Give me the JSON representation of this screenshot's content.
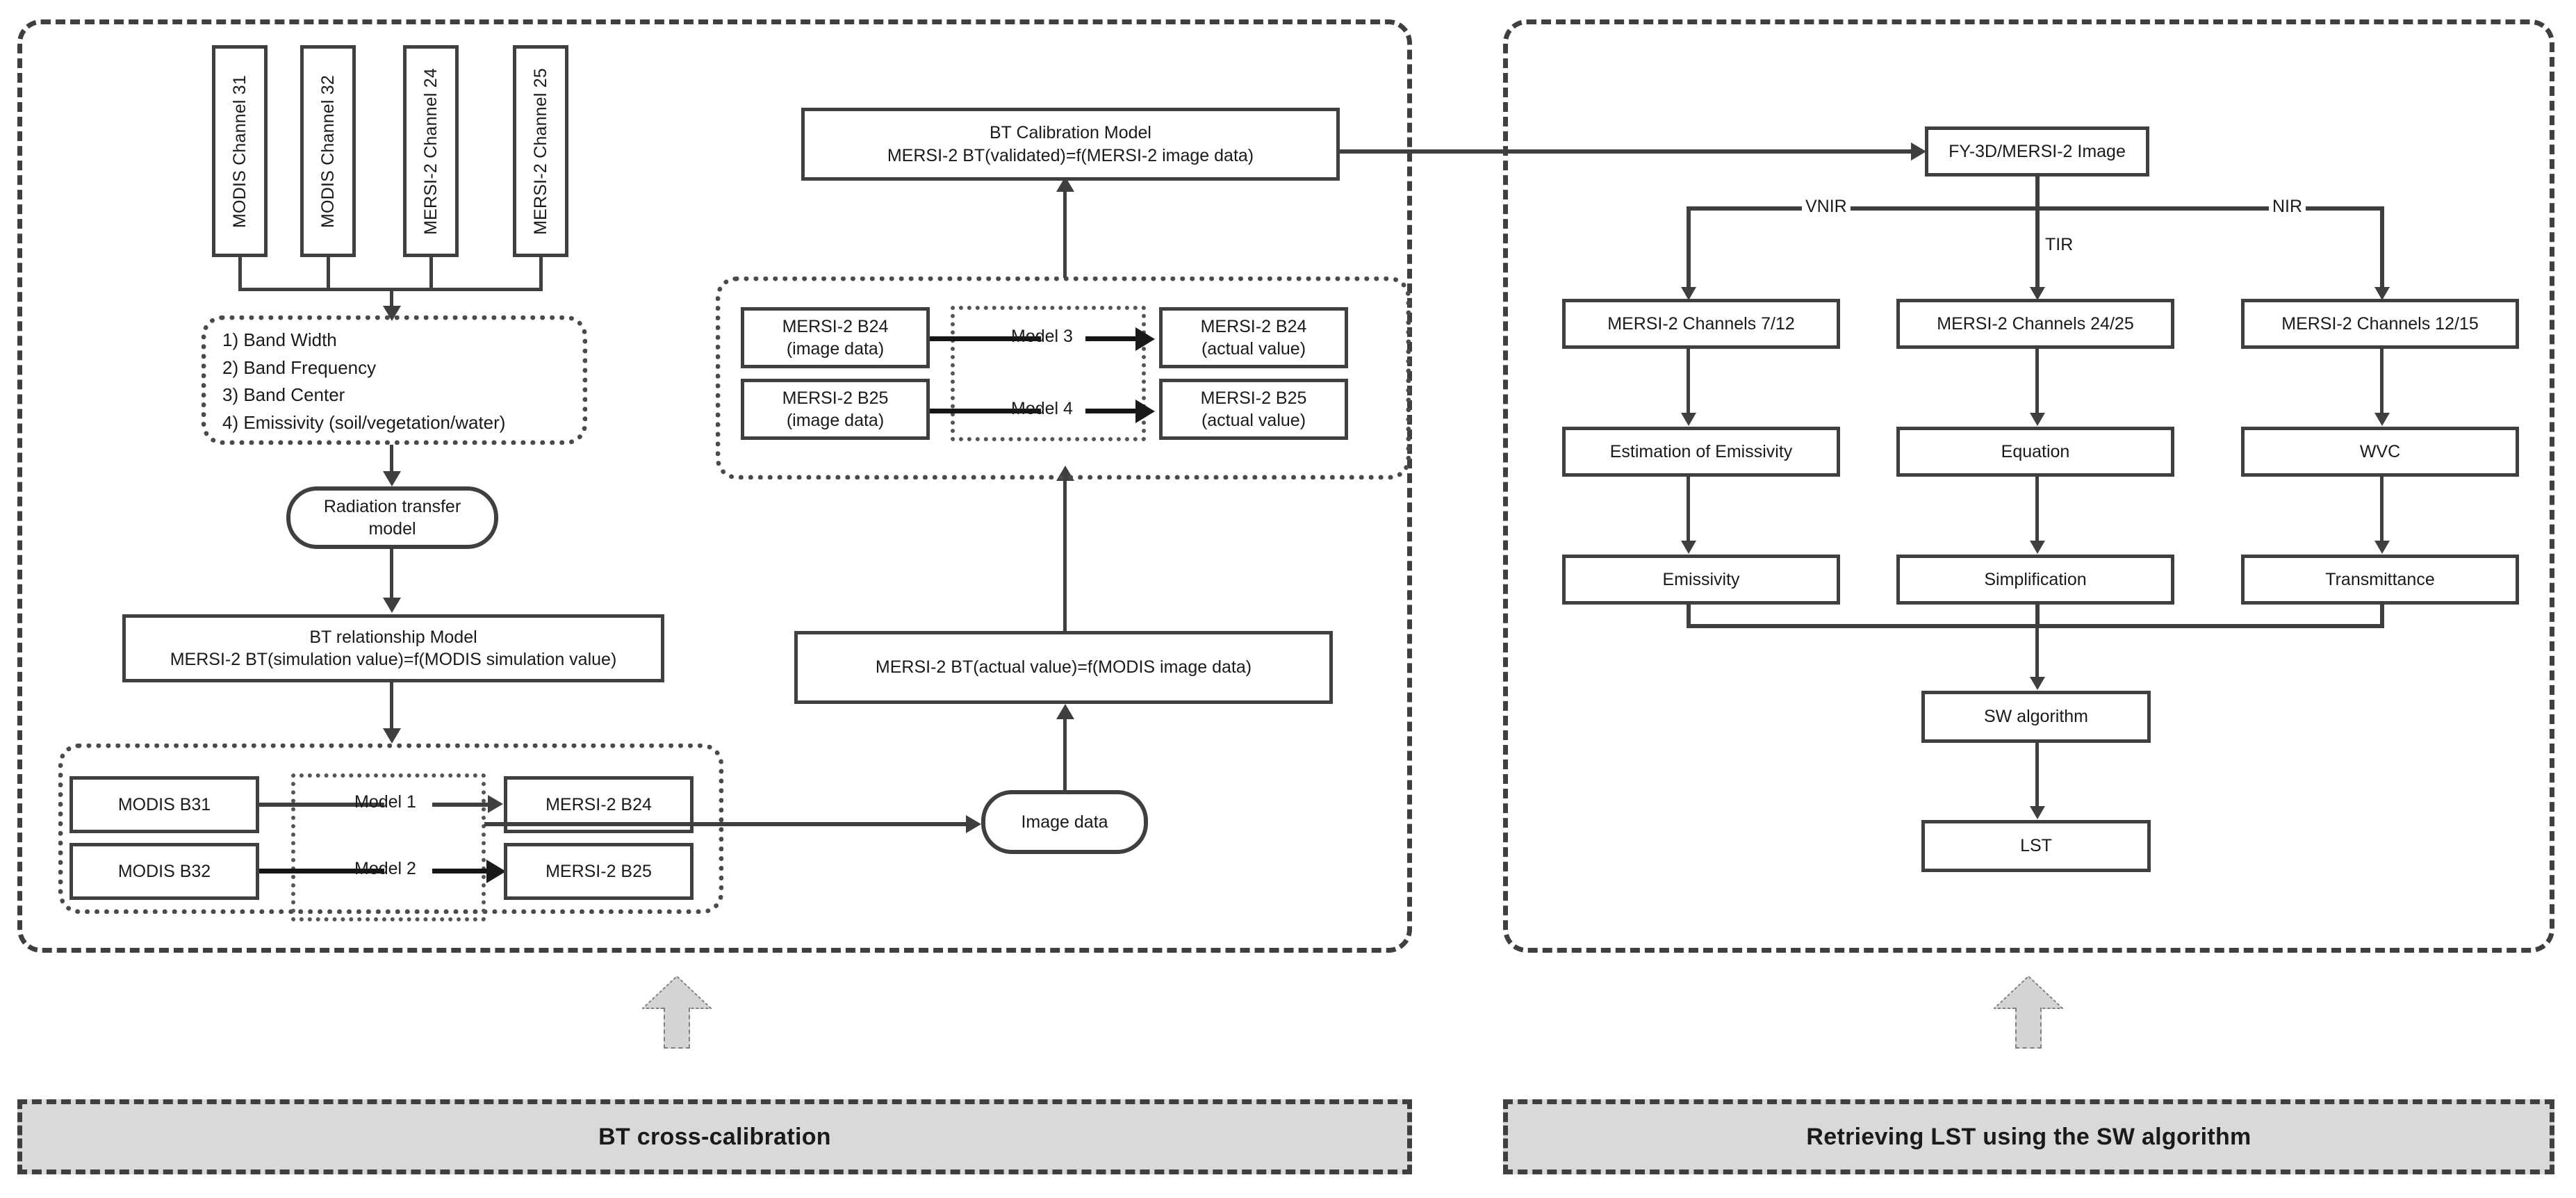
{
  "diagram": {
    "title": "BT cross-calibration and LST retrieval workflow",
    "colors": {
      "stroke": "#3f3f3f",
      "banner_fill": "#d4d4d4",
      "node_fill": "#ffffff"
    }
  },
  "left_panel": {
    "channels": [
      {
        "label": "MODIS Channel 31"
      },
      {
        "label": "MODIS Channel 32"
      },
      {
        "label": "MERSI-2 Channel 24"
      },
      {
        "label": "MERSI-2 Channel 25"
      }
    ],
    "parameters": {
      "items": [
        "1) Band Width",
        "2) Band Frequency",
        "3) Band Center",
        "4) Emissivity (soil/vegetation/water)"
      ]
    },
    "radiation_model": {
      "line1": "Radiation transfer",
      "line2": "model"
    },
    "bt_relationship": {
      "line1": "BT relationship Model",
      "line2": "MERSI-2 BT(simulation value)=f(MODIS simulation value)"
    },
    "sim_group": {
      "inputs": [
        {
          "label": "MODIS B31"
        },
        {
          "label": "MODIS B32"
        }
      ],
      "models": [
        {
          "label": "Model 1"
        },
        {
          "label": "Model 2"
        }
      ],
      "outputs": [
        {
          "label": "MERSI-2 B24"
        },
        {
          "label": "MERSI-2 B25"
        }
      ]
    },
    "bt_calibration": {
      "line1": "BT Calibration Model",
      "line2": "MERSI-2 BT(validated)=f(MERSI-2 image data)"
    },
    "actual_group": {
      "inputs": [
        {
          "line1": "MERSI-2 B24",
          "line2": "(image data)"
        },
        {
          "line1": "MERSI-2 B25",
          "line2": "(image data)"
        }
      ],
      "models": [
        {
          "label": "Model 3"
        },
        {
          "label": "Model 4"
        }
      ],
      "outputs": [
        {
          "line1": "MERSI-2 B24",
          "line2": "(actual value)"
        },
        {
          "line1": "MERSI-2 B25",
          "line2": "(actual value)"
        }
      ]
    },
    "bt_actual": {
      "label": "MERSI-2 BT(actual value)=f(MODIS image data)"
    },
    "image_data": {
      "label": "Image data"
    },
    "banner": {
      "label": "BT cross-calibration"
    }
  },
  "right_panel": {
    "source": {
      "label": "FY-3D/MERSI-2 Image"
    },
    "branch_labels": [
      {
        "label": "VNIR"
      },
      {
        "label": "TIR"
      },
      {
        "label": "NIR"
      }
    ],
    "columns": [
      {
        "channels": "MERSI-2 Channels 7/12",
        "process": "Estimation of Emissivity",
        "output": "Emissivity"
      },
      {
        "channels": "MERSI-2 Channels 24/25",
        "process": "Equation",
        "output": "Simplification"
      },
      {
        "channels": "MERSI-2 Channels 12/15",
        "process": "WVC",
        "output": "Transmittance"
      }
    ],
    "algorithm": {
      "label": "SW algorithm"
    },
    "result": {
      "label": "LST"
    },
    "banner": {
      "label": "Retrieving LST using the SW algorithm"
    }
  }
}
